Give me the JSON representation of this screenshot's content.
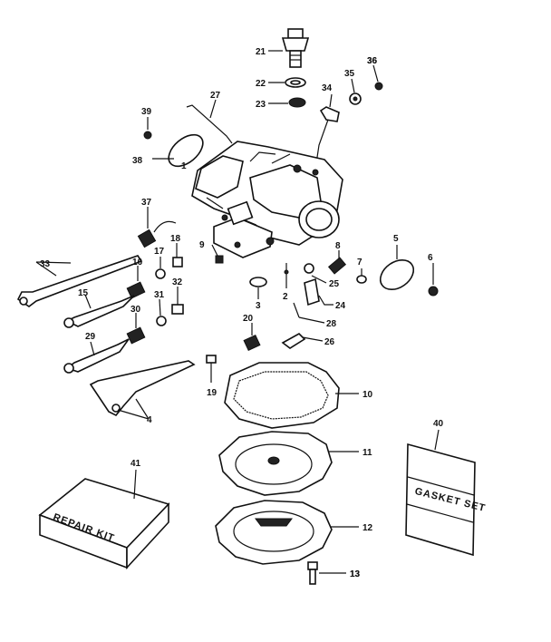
{
  "callouts": [
    "1",
    "2",
    "3",
    "4",
    "5",
    "6",
    "7",
    "8",
    "9",
    "10",
    "11",
    "12",
    "13",
    "15",
    "16",
    "17",
    "18",
    "19",
    "20",
    "21",
    "22",
    "23",
    "24",
    "25",
    "26",
    "27",
    "28",
    "29",
    "30",
    "31",
    "32",
    "33",
    "34",
    "35",
    "36",
    "37",
    "38",
    "39",
    "40",
    "41"
  ],
  "boxes": {
    "repair_kit": "REPAIR KIT",
    "gasket_set": "GASKET SET"
  }
}
